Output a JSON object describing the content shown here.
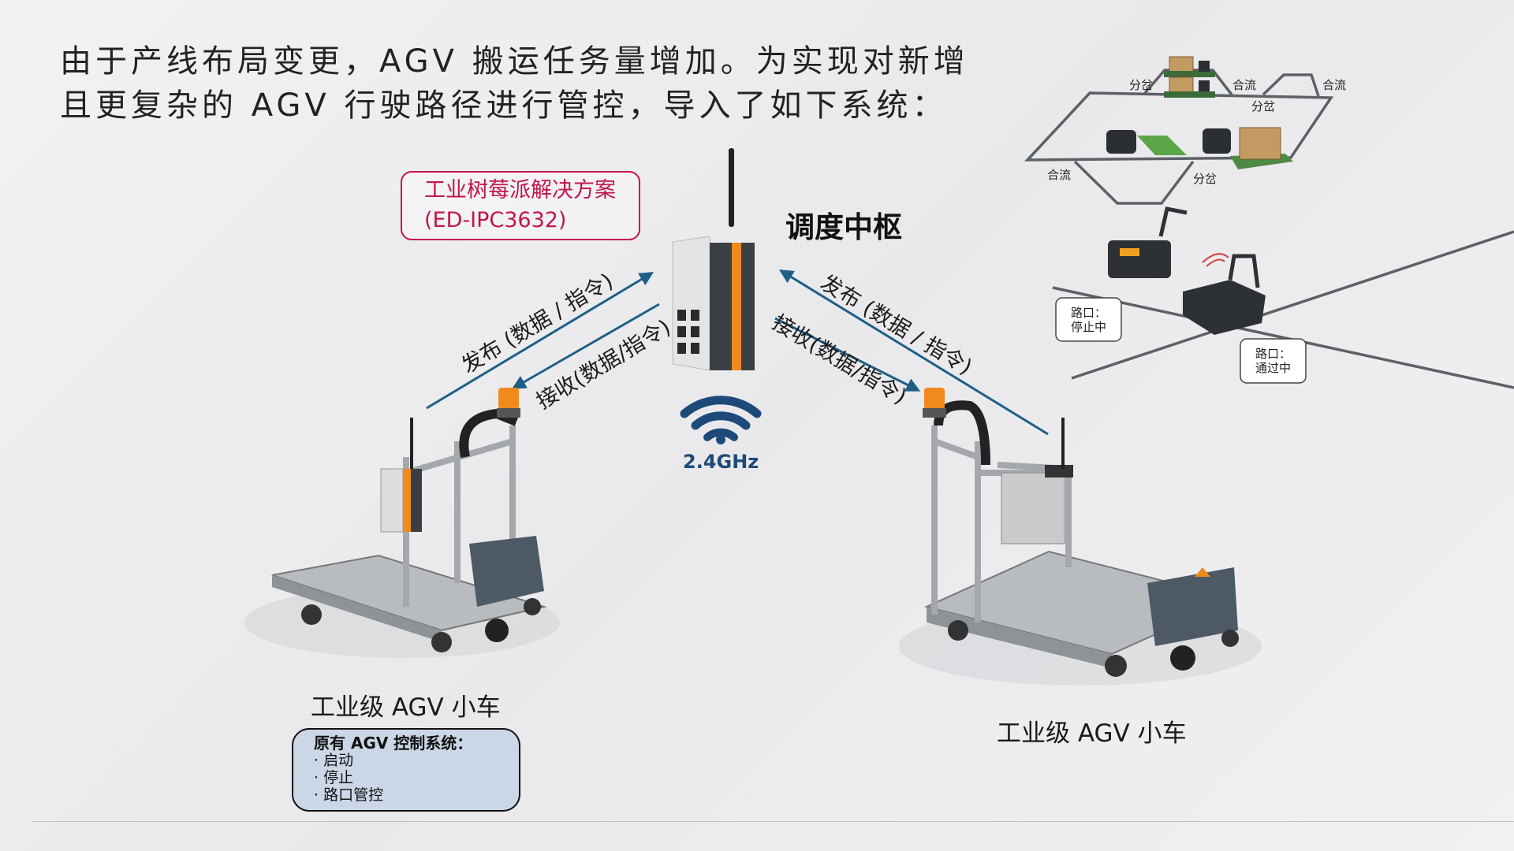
{
  "title": {
    "line1": "由于产线布局变更，AGV 搬运任务量增加。为实现对新增",
    "line2": "且更复杂的 AGV 行驶路径进行管控，导入了如下系统："
  },
  "solution_box": {
    "line1": "工业树莓派解决方案",
    "line2": "(ED-IPC3632)"
  },
  "hub_label": "调度中枢",
  "wireless": {
    "icon": "wifi-icon",
    "frequency": "2.4GHz"
  },
  "arrows": {
    "left_publish": "发布 (数据 / 指令)",
    "left_receive": "接收(数据/指令)",
    "right_publish": "发布 (数据 / 指令)",
    "right_receive": "接收(数据/指令)"
  },
  "agv_left_label": "工业级 AGV 小车",
  "agv_right_label": "工业级 AGV 小车",
  "legacy_box": {
    "heading": "原有 AGV 控制系统：",
    "items": [
      "· 启动",
      "· 停止",
      "· 路口管控"
    ]
  },
  "route_map": {
    "labels": [
      "分岔",
      "合流",
      "合流",
      "分岔",
      "合流",
      "分岔"
    ],
    "stop_bubble": {
      "line1": "路口：",
      "line2": "停止中"
    },
    "pass_bubble": {
      "line1": "路口：",
      "line2": "通过中"
    }
  },
  "colors": {
    "accent_red": "#c8144a",
    "arrow_blue": "#1f5f86",
    "orange": "#f08a1c"
  }
}
